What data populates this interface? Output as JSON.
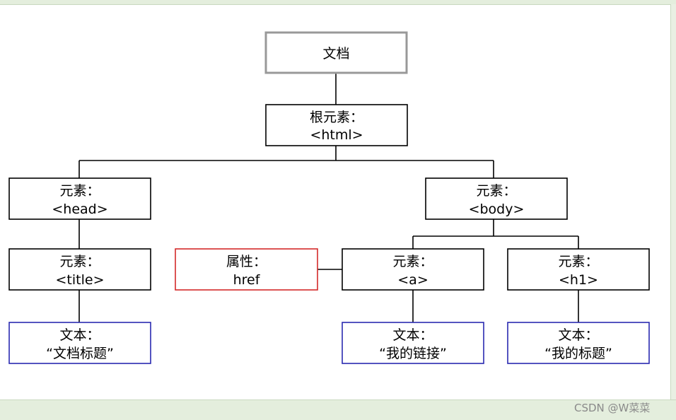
{
  "diagram": {
    "nodes": {
      "document": {
        "line1": "文档",
        "line2": "",
        "border": "#999999"
      },
      "html": {
        "line1": "根元素：",
        "line2": "<html>",
        "border": "#000000"
      },
      "head": {
        "line1": "元素：",
        "line2": "<head>",
        "border": "#000000"
      },
      "body": {
        "line1": "元素：",
        "line2": "<body>",
        "border": "#000000"
      },
      "title": {
        "line1": "元素：",
        "line2": "<title>",
        "border": "#000000"
      },
      "href": {
        "line1": "属性：",
        "line2": "href",
        "border": "#d42a2a"
      },
      "a": {
        "line1": "元素：",
        "line2": "<a>",
        "border": "#000000"
      },
      "h1": {
        "line1": "元素：",
        "line2": "<h1>",
        "border": "#000000"
      },
      "title_text": {
        "line1": "文本：",
        "line2": "“文档标题”",
        "border": "#2a2ab0"
      },
      "a_text": {
        "line1": "文本：",
        "line2": "“我的链接”",
        "border": "#2a2ab0"
      },
      "h1_text": {
        "line1": "文本：",
        "line2": "“我的标题”",
        "border": "#2a2ab0"
      }
    },
    "edges": [
      [
        "document",
        "html"
      ],
      [
        "html",
        "head"
      ],
      [
        "html",
        "body"
      ],
      [
        "head",
        "title"
      ],
      [
        "title",
        "title_text"
      ],
      [
        "body",
        "a"
      ],
      [
        "body",
        "h1"
      ],
      [
        "href",
        "a"
      ],
      [
        "a",
        "a_text"
      ],
      [
        "h1",
        "h1_text"
      ]
    ]
  },
  "watermark": "CSDN @W菜菜"
}
